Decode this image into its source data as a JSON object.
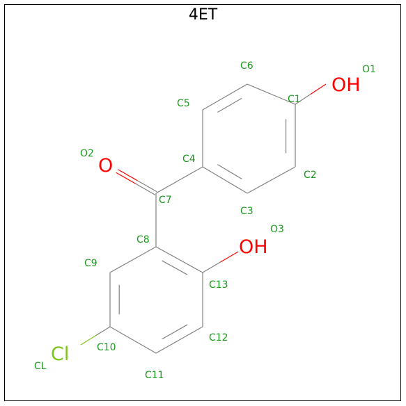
{
  "title": "4ET",
  "colors": {
    "bond": "#808080",
    "atom_label": "#1a9a1a",
    "oxygen": "#ff0000",
    "chlorine": "#7cc41a"
  },
  "atoms": [
    {
      "id": "C1",
      "label": "C1"
    },
    {
      "id": "C2",
      "label": "C2"
    },
    {
      "id": "C3",
      "label": "C3"
    },
    {
      "id": "C4",
      "label": "C4"
    },
    {
      "id": "C5",
      "label": "C5"
    },
    {
      "id": "C6",
      "label": "C6"
    },
    {
      "id": "C7",
      "label": "C7"
    },
    {
      "id": "C8",
      "label": "C8"
    },
    {
      "id": "C9",
      "label": "C9"
    },
    {
      "id": "C10",
      "label": "C10"
    },
    {
      "id": "C11",
      "label": "C11"
    },
    {
      "id": "C12",
      "label": "C12"
    },
    {
      "id": "C13",
      "label": "C13"
    },
    {
      "id": "O1",
      "label": "O1",
      "symbol": "OH"
    },
    {
      "id": "O2",
      "label": "O2",
      "symbol": "O"
    },
    {
      "id": "O3",
      "label": "O3",
      "symbol": "OH"
    },
    {
      "id": "CL",
      "label": "CL",
      "symbol": "Cl"
    }
  ],
  "bonds": [
    {
      "from": "C1",
      "to": "C2",
      "order": 2
    },
    {
      "from": "C2",
      "to": "C3",
      "order": 1
    },
    {
      "from": "C3",
      "to": "C4",
      "order": 2
    },
    {
      "from": "C4",
      "to": "C5",
      "order": 1
    },
    {
      "from": "C5",
      "to": "C6",
      "order": 2
    },
    {
      "from": "C6",
      "to": "C1",
      "order": 1
    },
    {
      "from": "C1",
      "to": "O1",
      "order": 1
    },
    {
      "from": "C4",
      "to": "C7",
      "order": 1
    },
    {
      "from": "C7",
      "to": "O2",
      "order": 2
    },
    {
      "from": "C7",
      "to": "C8",
      "order": 1
    },
    {
      "from": "C8",
      "to": "C9",
      "order": 1
    },
    {
      "from": "C9",
      "to": "C10",
      "order": 2
    },
    {
      "from": "C10",
      "to": "C11",
      "order": 1
    },
    {
      "from": "C11",
      "to": "C12",
      "order": 2
    },
    {
      "from": "C12",
      "to": "C13",
      "order": 1
    },
    {
      "from": "C13",
      "to": "C8",
      "order": 2
    },
    {
      "from": "C13",
      "to": "O3",
      "order": 1
    },
    {
      "from": "C10",
      "to": "CL",
      "order": 1
    }
  ]
}
